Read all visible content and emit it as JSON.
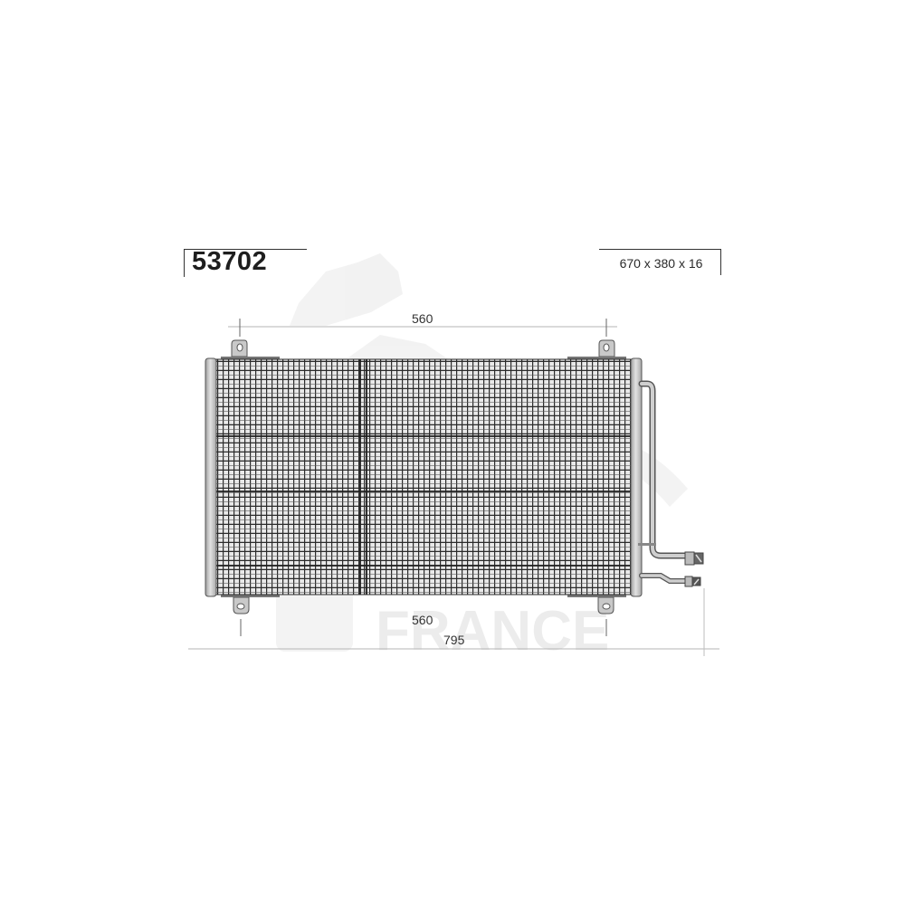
{
  "part": {
    "reference_number": "53702",
    "overall_dimensions": "670 x 380 x 16"
  },
  "dimensions": {
    "top_mount_spacing": "560",
    "bottom_mount_spacing": "560",
    "overall_width": "795"
  },
  "watermark": {
    "text": "FRANCE"
  },
  "drawing": {
    "subject": "condenser-radiator",
    "core_color": "#2b2b2b",
    "tank_color": "#c8c8c8",
    "line_color": "#9a9a9a"
  }
}
